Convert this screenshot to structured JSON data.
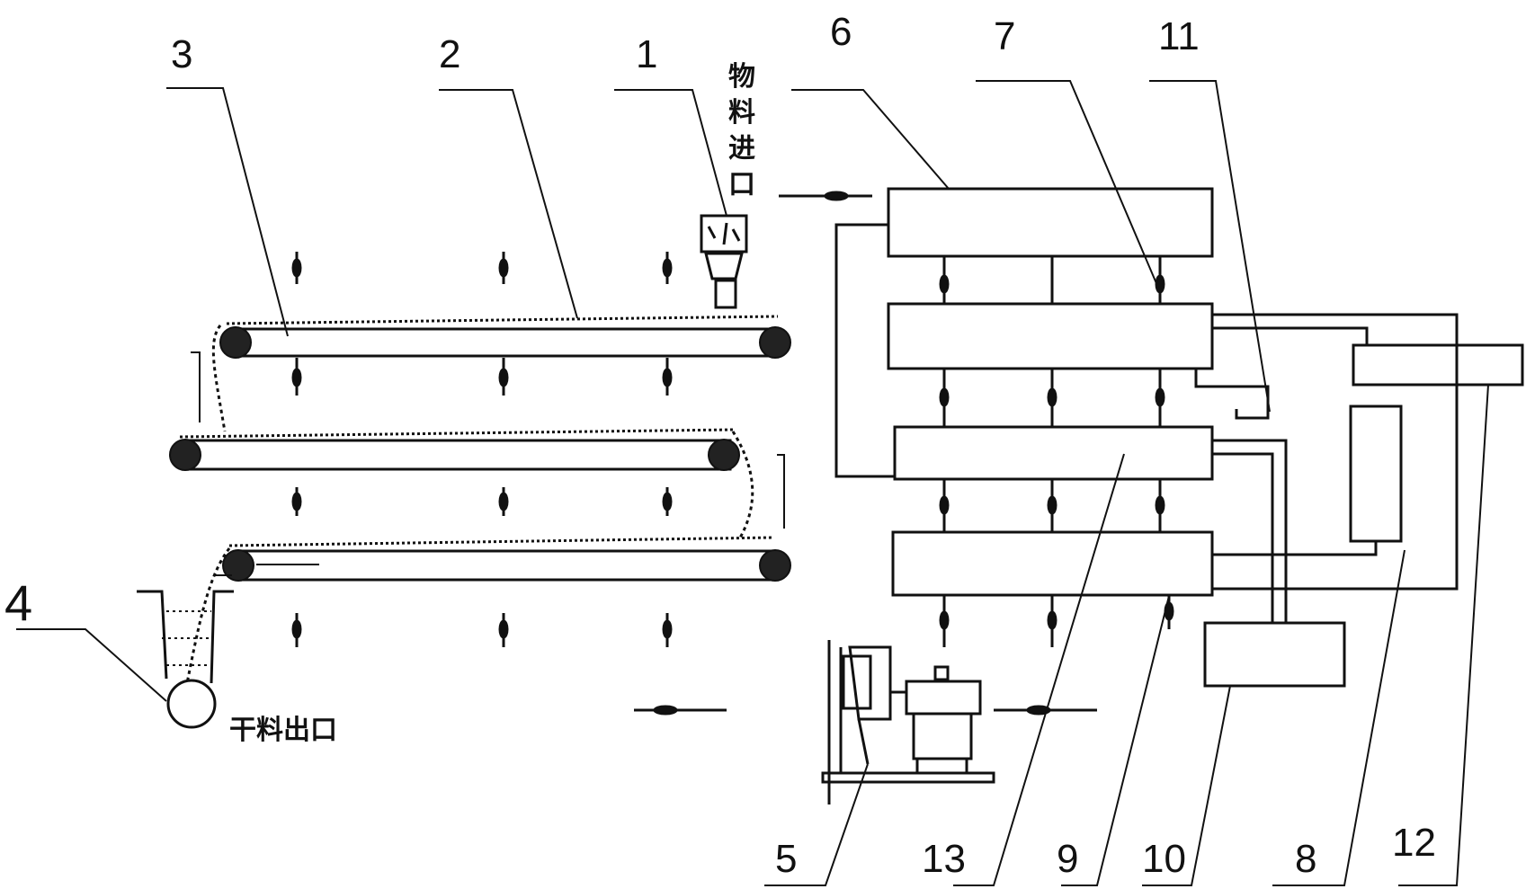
{
  "labels": {
    "n1": "1",
    "n2": "2",
    "n3": "3",
    "n4": "4",
    "n5": "5",
    "n6": "6",
    "n7": "7",
    "n8": "8",
    "n9": "9",
    "n10": "10",
    "n11": "11",
    "n12": "12",
    "n13": "13"
  },
  "text": {
    "inlet_chars": [
      "物",
      "料",
      "进",
      "口"
    ],
    "outlet": "干料出口"
  }
}
